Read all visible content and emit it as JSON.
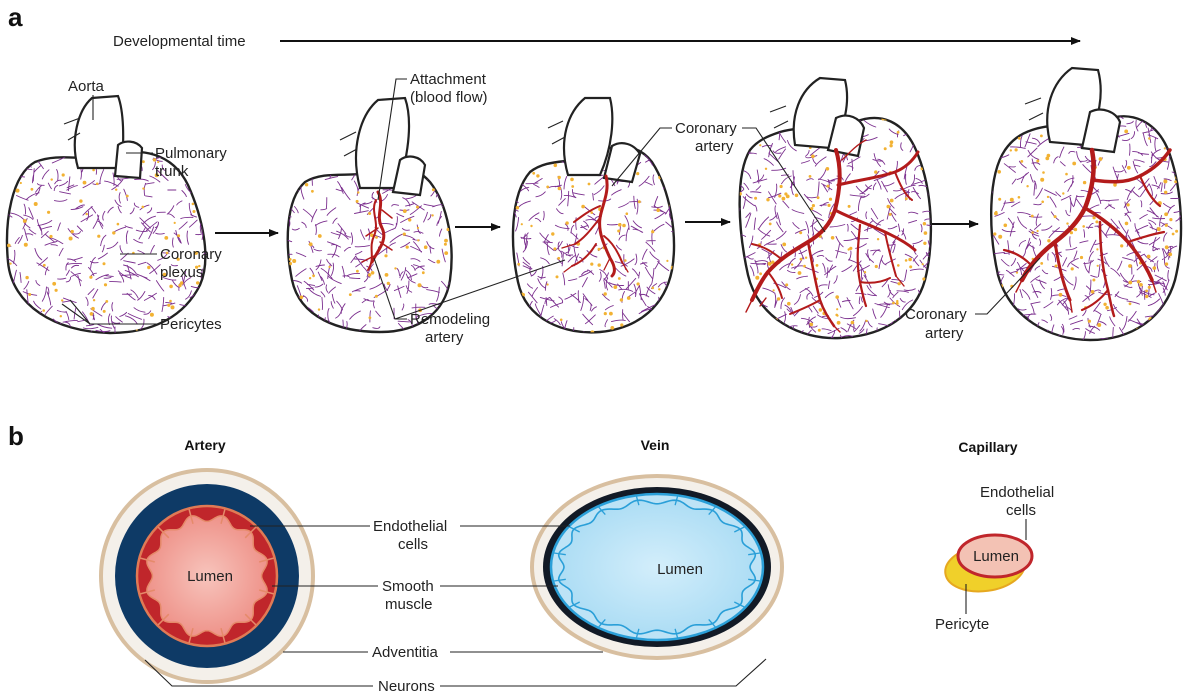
{
  "panel_a": {
    "letter": "a",
    "timeline_label": "Developmental time",
    "labels": {
      "aorta": "Aorta",
      "pulmonary_trunk": [
        "Pulmonary",
        "trunk"
      ],
      "coronary_plexus": [
        "Coronary",
        "plexus"
      ],
      "pericytes": "Pericytes",
      "attachment": [
        "Attachment",
        "(blood flow)"
      ],
      "remodeling_artery": [
        "Remodeling",
        "artery"
      ],
      "coronary_artery_upper": [
        "Coronary",
        "artery"
      ],
      "coronary_artery_lower": [
        "Coronary",
        "artery"
      ]
    },
    "colors": {
      "plexus": "#7b2f8e",
      "pericyte": "#f2b233",
      "artery": "#b31b1b"
    }
  },
  "panel_b": {
    "letter": "b",
    "titles": {
      "artery": "Artery",
      "vein": "Vein",
      "capillary": "Capillary"
    },
    "labels": {
      "lumen_artery": "Lumen",
      "lumen_vein": "Lumen",
      "lumen_capillary": "Lumen",
      "endothelial_cells": [
        "Endothelial",
        "cells"
      ],
      "smooth_muscle": [
        "Smooth",
        "muscle"
      ],
      "adventitia": "Adventitia",
      "neurons": "Neurons",
      "capillary_endothelial": [
        "Endothelial",
        "cells"
      ],
      "pericyte": "Pericyte"
    },
    "colors": {
      "smooth_muscle": "#0e3a66",
      "adventitia": "#d8bfa0",
      "artery_endothelium": "#c0262b",
      "artery_lumen": "#f4a9a0",
      "vein_endothelium": "#2a9fd8",
      "vein_lumen": "#bde3f6",
      "capillary_lumen": "#f3c2b4",
      "pericyte": "#f0d02a"
    }
  }
}
